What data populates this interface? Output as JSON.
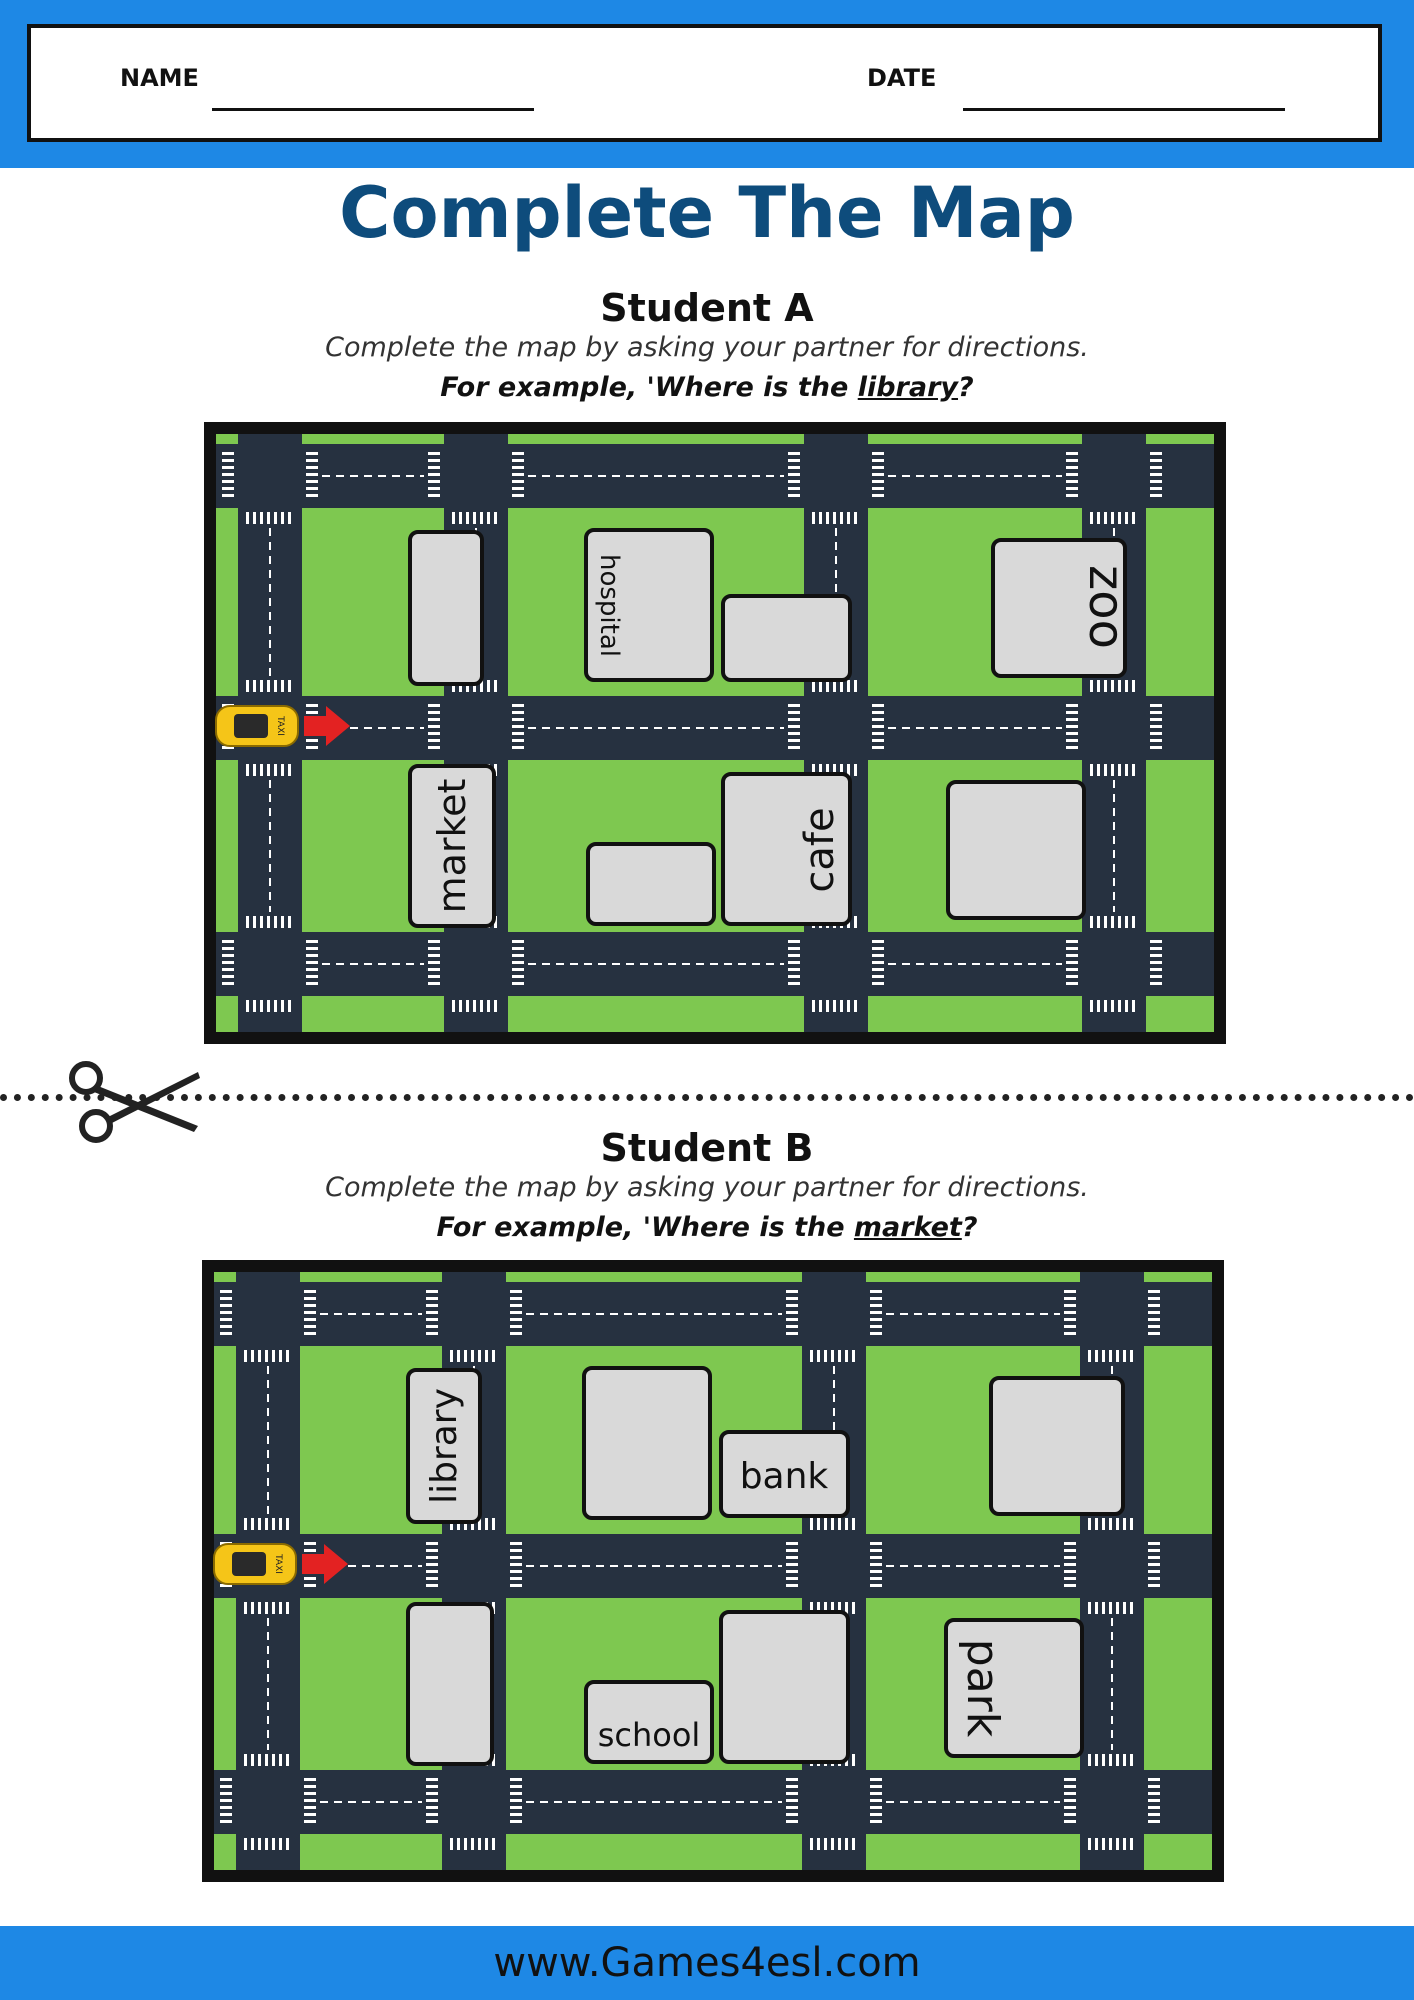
{
  "header": {
    "name_label": "NAME",
    "date_label": "DATE"
  },
  "title": "Complete The Map",
  "student_a": {
    "heading": "Student A",
    "instruction": "Complete the map by asking your partner for directions.",
    "example_prefix": "For example, 'Where is the ",
    "example_word": "library",
    "example_suffix": "?",
    "buildings": {
      "hospital": "hospital",
      "zoo": "zoo",
      "market": "market",
      "cafe": "cafe"
    }
  },
  "student_b": {
    "heading": "Student B",
    "instruction": "Complete the map by asking your partner for directions.",
    "example_prefix": "For example, 'Where is the ",
    "example_word": "market",
    "example_suffix": "?",
    "buildings": {
      "library": "library",
      "bank": "bank",
      "school": "school",
      "park": "park"
    }
  },
  "taxi_sign": "TAXI",
  "footer": {
    "url": "www.Games4esl.com"
  },
  "colors": {
    "band": "#1e88e5",
    "title": "#0e4c7c",
    "grass": "#7ec850",
    "road": "#263140",
    "building": "#d9d9d9",
    "arrow": "#e32222",
    "taxi": "#f5c518"
  }
}
